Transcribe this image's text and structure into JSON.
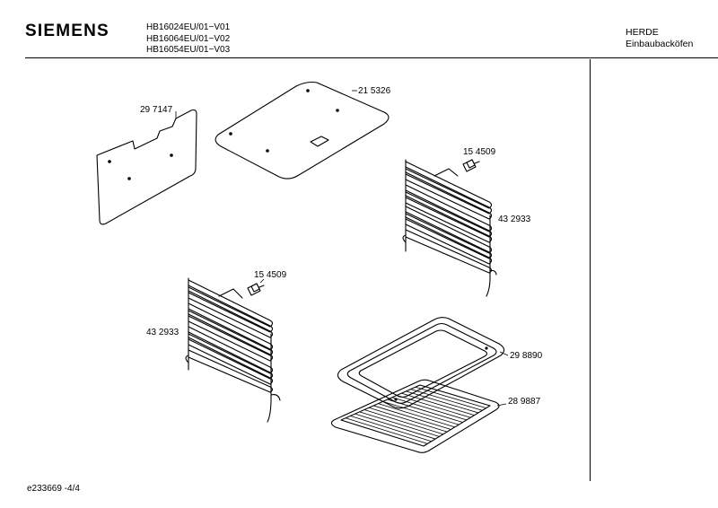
{
  "header": {
    "brand": "SIEMENS",
    "models": [
      "HB16024EU/01−V01",
      "HB16064EU/01−V02",
      "HB16054EU/01−V03"
    ],
    "category_line1": "HERDE",
    "category_line2": "Einbaubacköfen"
  },
  "parts": {
    "panel_left": "29 7147",
    "cover_top": "21 5326",
    "screw_right": "15 4509",
    "rail_right": "43 2933",
    "screw_left": "15 4509",
    "rail_left": "43 2933",
    "baking_tray": "29 8890",
    "wire_rack": "28 9887"
  },
  "footer": {
    "doc_id": "e233669 -4/4"
  }
}
